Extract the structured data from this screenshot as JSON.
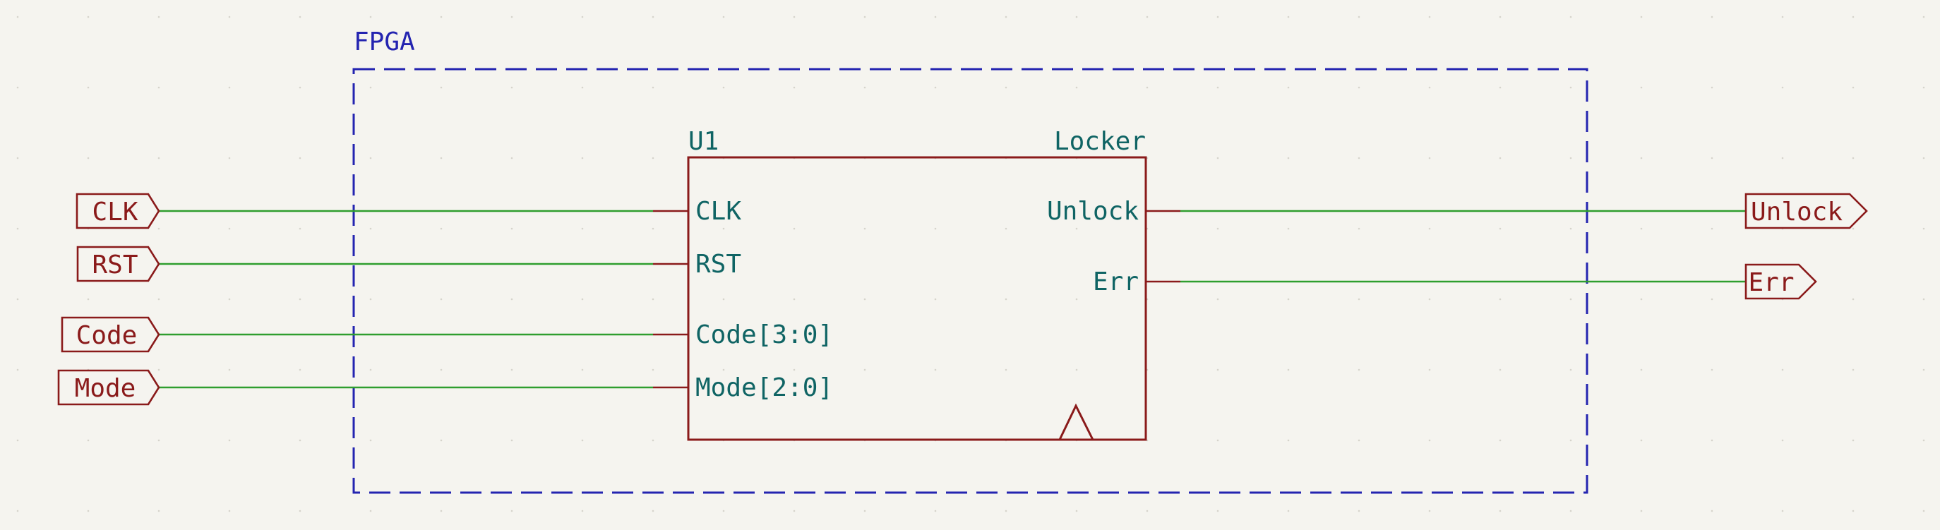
{
  "frame": {
    "label": "FPGA"
  },
  "component": {
    "reference": "U1",
    "value": "Locker"
  },
  "pins": {
    "clk": "CLK",
    "rst": "RST",
    "code": "Code[3:0]",
    "mode": "Mode[2:0]",
    "unlock": "Unlock",
    "err": "Err"
  },
  "ports": {
    "clk": "CLK",
    "rst": "RST",
    "code": "Code",
    "mode": "Mode",
    "unlock": "Unlock",
    "err": "Err"
  },
  "colors": {
    "wire": "#2e9e2e",
    "symbol": "#8a1a1a",
    "pin_text": "#0f6464",
    "frame": "#2424b0",
    "background": "#f5f4ef"
  }
}
